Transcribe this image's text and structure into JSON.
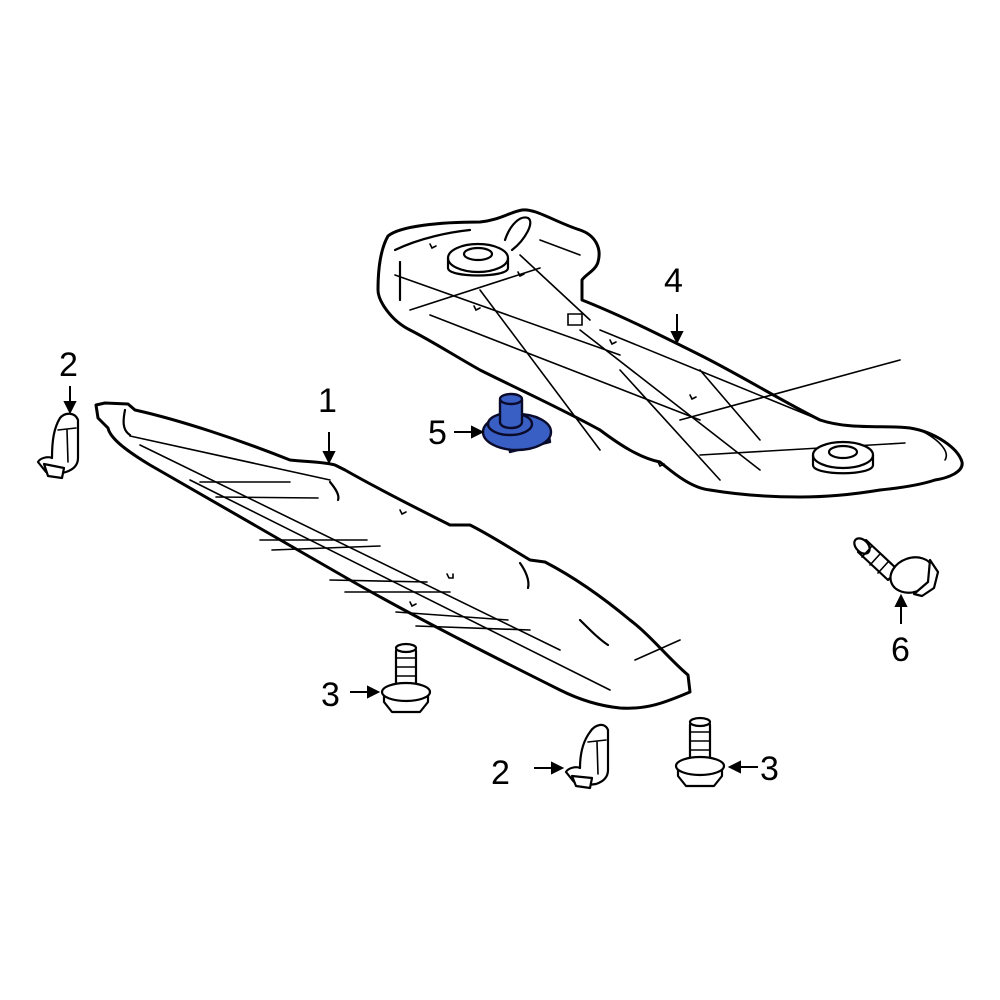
{
  "diagram": {
    "type": "exploded-parts-diagram",
    "highlight_color": "#3a5fc4",
    "line_color": "#000000",
    "background": "#ffffff",
    "callouts": [
      {
        "id": "c1",
        "label": "1",
        "part": "front-splash-shield",
        "arrow": "down"
      },
      {
        "id": "c2a",
        "label": "2",
        "part": "retainer-clip-left",
        "arrow": "down"
      },
      {
        "id": "c2b",
        "label": "2",
        "part": "retainer-clip-bottom",
        "arrow": "right"
      },
      {
        "id": "c3a",
        "label": "3",
        "part": "bolt-left",
        "arrow": "right"
      },
      {
        "id": "c3b",
        "label": "3",
        "part": "bolt-right",
        "arrow": "left"
      },
      {
        "id": "c4",
        "label": "4",
        "part": "rear-splash-shield",
        "arrow": "down"
      },
      {
        "id": "c5",
        "label": "5",
        "part": "grommet-highlighted",
        "arrow": "right",
        "highlighted": true
      },
      {
        "id": "c6",
        "label": "6",
        "part": "bolt-lower-right",
        "arrow": "up"
      }
    ]
  }
}
